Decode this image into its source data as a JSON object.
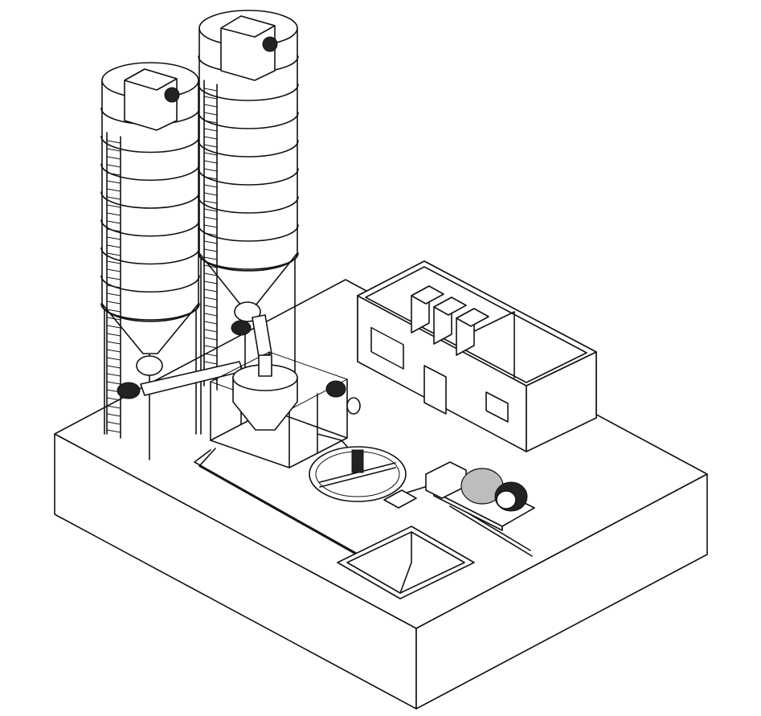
{
  "colors": {
    "line": "#111111",
    "background": "#ffffff",
    "shade": "#bdbdbd",
    "dark": "#222222"
  },
  "silos": [
    {
      "name": "silo-left",
      "rings": 8
    },
    {
      "name": "silo-right",
      "rings": 8
    }
  ],
  "control_cabinets": 3
}
